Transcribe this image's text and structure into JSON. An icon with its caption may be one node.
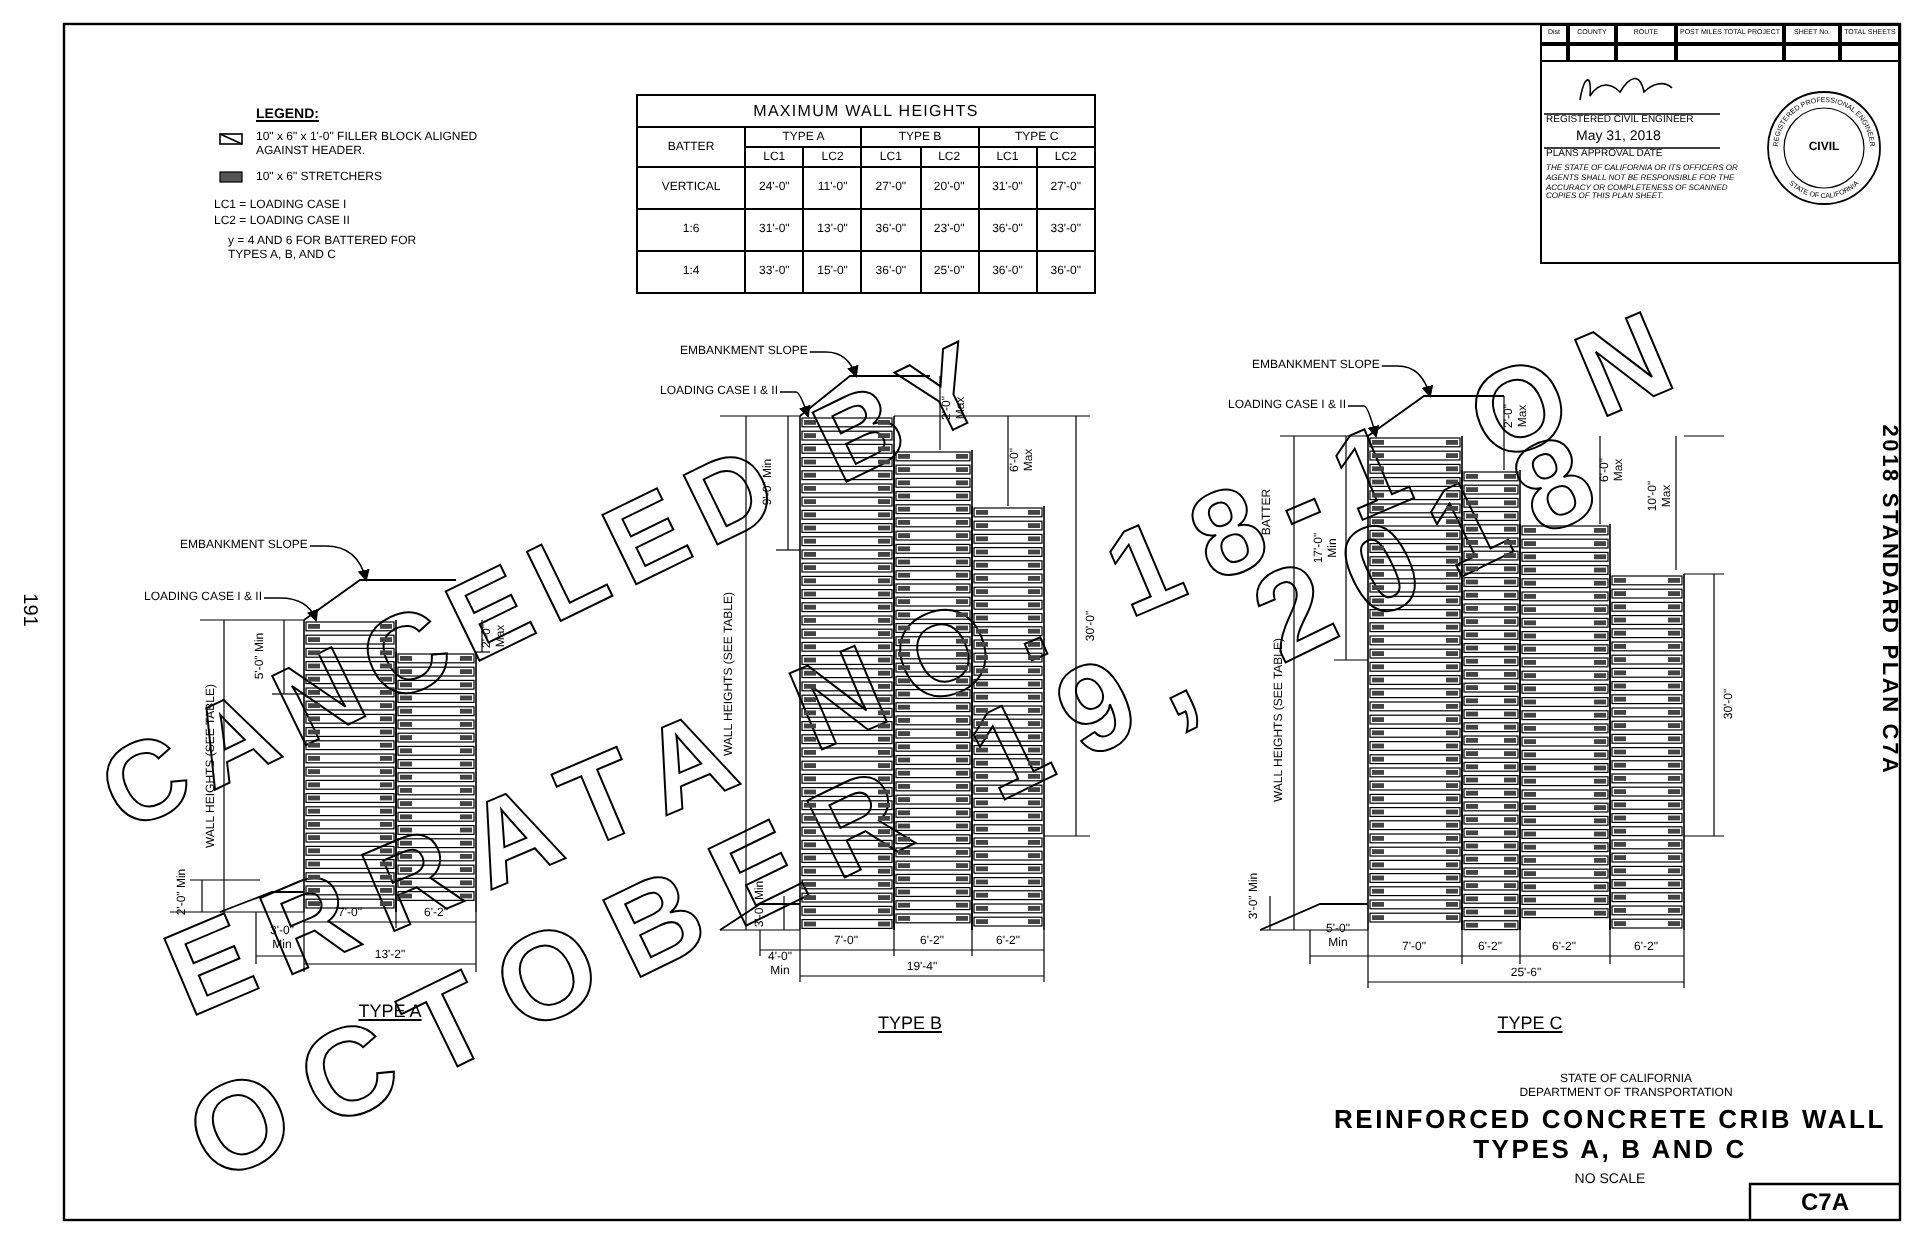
{
  "diagram": {
    "title": "REINFORCED CONCRETE CRIB WALL TYPES A, B AND C",
    "nodes": [
      {
        "text": [
          "EMBANKMENT SLOPE"
        ]
      },
      {
        "text": [
          "LOADING CASE I & II"
        ]
      },
      {
        "text": [
          "EMBANKMENT SLOPE"
        ]
      },
      {
        "text": [
          "LOADING CASE I & II"
        ]
      },
      {
        "text": [
          "EMBANKMENT SLOPE"
        ]
      },
      {
        "text": [
          "LOADING CASE I & II"
        ]
      },
      {
        "text": [],
        "shape": "line"
      },
      {
        "text": [],
        "shape": "line"
      },
      {
        "text": [],
        "shape": "line"
      },
      {
        "text": [],
        "shape": "picture"
      },
      {
        "text": [],
        "shape": "picture"
      },
      {
        "text": [],
        "shape": "picture"
      }
    ],
    "edges": [
      {
        "from": 0,
        "to": 6,
        "arrow": "to"
      },
      {
        "from": 1,
        "to": 9,
        "arrow": "to"
      },
      {
        "from": 2,
        "to": 7,
        "arrow": "to"
      },
      {
        "from": 3,
        "to": 10,
        "arrow": "to"
      },
      {
        "from": 4,
        "to": 8,
        "arrow": "to"
      },
      {
        "from": 5,
        "to": 11,
        "arrow": "to"
      }
    ],
    "labels": [
      "LEGEND:",
      "LC1 = LOADING CASE I",
      "LC2 = LOADING CASE II",
      "y = 4 AND 6 FOR BATTERED FOR TYPES A, B, AND C",
      "MAXIMUM WALL HEIGHTS",
      "BATTER",
      "TYPE A",
      "TYPE B",
      "TYPE C",
      "LC1",
      "LC2",
      "LC1",
      "LC2",
      "LC1",
      "LC2",
      "VERTICAL",
      "24'-0\"",
      "11'-0\"",
      "27'-0\"",
      "20'-0\"",
      "31'-0\"",
      "27'-0\"",
      "1:6",
      "31'-0\"",
      "13'-0\"",
      "36'-0\"",
      "23'-0\"",
      "36'-0\"",
      "33'-0\"",
      "1:4",
      "33'-0\"",
      "15'-0\"",
      "36'-0\"",
      "25'-0\"",
      "36'-0\"",
      "36'-0\"",
      "Dist",
      "COUNTY",
      "ROUTE",
      "POST MILES TOTAL PROJECT",
      "SHEET No.",
      "TOTAL SHEETS",
      "REGISTERED CIVIL ENGINEER",
      "May 31, 2018",
      "PLANS APPROVAL DATE",
      "THE STATE OF CALIFORNIA OR ITS OFFICERS OR AGENTS SHALL NOT BE RESPONSIBLE FOR THE ACCURACY OR COMPLETENESS OF SCANNED COPIES OF THIS PLAN SHEET.",
      "REGISTERED PROFESSIONAL ENGINEER",
      "CIVIL",
      "STATE OF CALIFORNIA",
      "2018 STANDARD PLAN C7A",
      "191",
      "STATE OF CALIFORNIA",
      "DEPARTMENT OF TRANSPORTATION",
      "NO SCALE",
      "C7A",
      "CANCELED BY",
      "ERRATA NO. 18-1 ON",
      "OCTOBER 19, 2018",
      "2'-0\" Max",
      "5'-0\" Min",
      "WALL HEIGHTS (SEE TABLE)",
      "2'-0\" Min",
      "7'-0\"",
      "6'-2\"",
      "3'-0\" Min",
      "13'-2\"",
      "TYPE A",
      "2'-0\" Max",
      "9'-0\" Min",
      "6'-0\" Max",
      "30'-0\"",
      "WALL HEIGHTS (SEE TABLE)",
      "3'-0\" Min",
      "4'-0\" Min",
      "7'-0\"",
      "6'-2\"",
      "6'-2\"",
      "19'-4\"",
      "TYPE B",
      "2'-0\" Max",
      "BATTER",
      "17'-0\" Min",
      "6'-0\" Max",
      "10'-0\" Max",
      "30'-0\"",
      "WALL HEIGHTS (SEE TABLE)",
      "3'-0\" Min",
      "5'-0\" Min",
      "7'-0\"",
      "6'-2\"",
      "6'-2\"",
      "6'-2\"",
      "25'-6\"",
      "TYPE C"
    ],
    "legend": [
      {
        "text": "10\" x 6\" x 1'-0\" FILLER BLOCK ALIGNED AGAINST HEADER."
      },
      {
        "text": "10\" x 6\" STRETCHERS"
      }
    ]
  }
}
